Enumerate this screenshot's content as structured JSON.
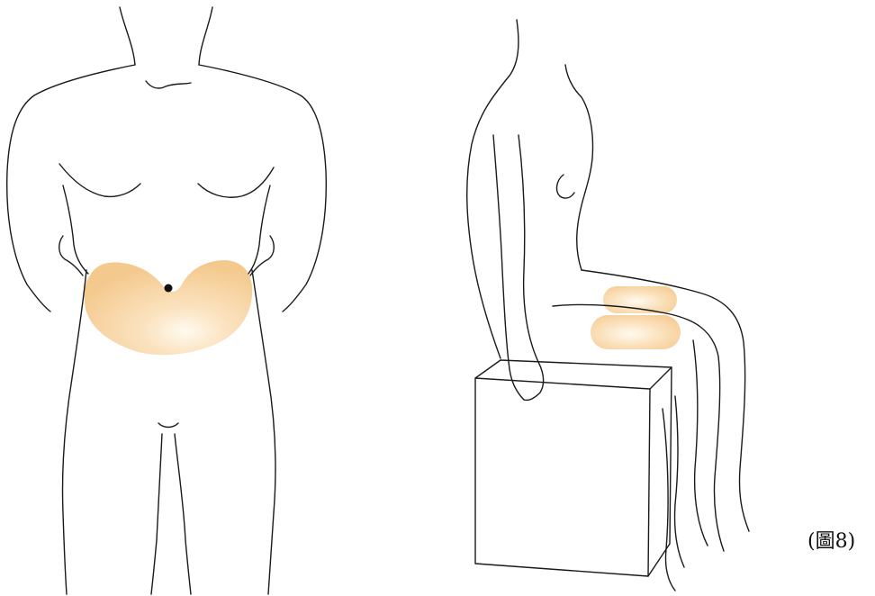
{
  "figure_label": "(圖8)",
  "colors": {
    "outline": "#1a1a1a",
    "injection_area_fill": "#f4c98e",
    "injection_area_highlight": "#fffaf0"
  },
  "figures": [
    {
      "name": "front-view",
      "shaded_region": "abdomen",
      "marker": "navel"
    },
    {
      "name": "side-view-seated",
      "shaded_region": "thigh",
      "seat": "box"
    }
  ]
}
